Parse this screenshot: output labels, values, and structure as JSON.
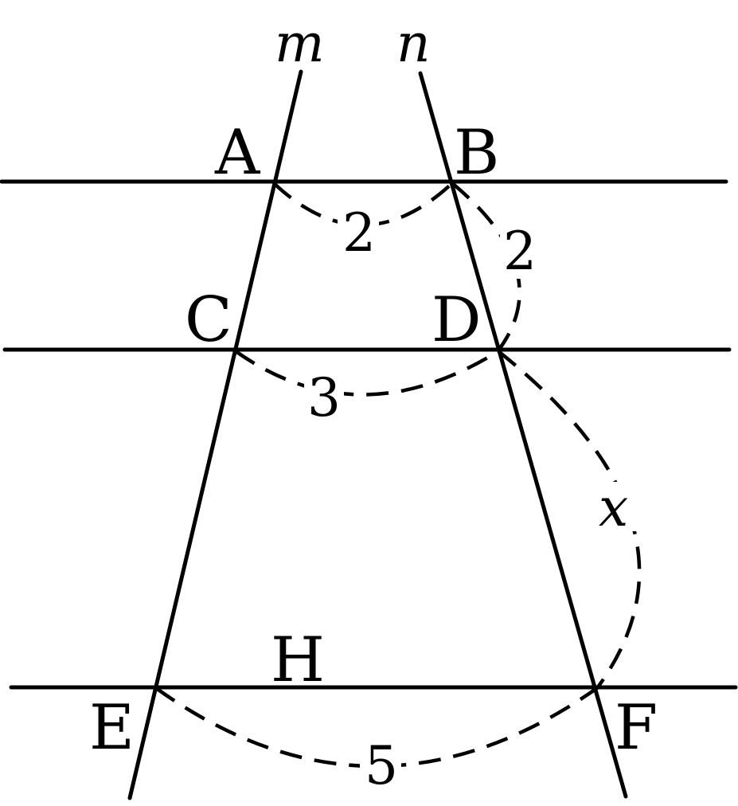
{
  "lines": {
    "m": "m",
    "n": "n"
  },
  "points": {
    "A": "A",
    "B": "B",
    "C": "C",
    "D": "D",
    "E": "E",
    "F": "F",
    "H": "H"
  },
  "measures": {
    "AB": "2",
    "BD": "2",
    "CD": "3",
    "DF": "x",
    "EF": "5"
  }
}
